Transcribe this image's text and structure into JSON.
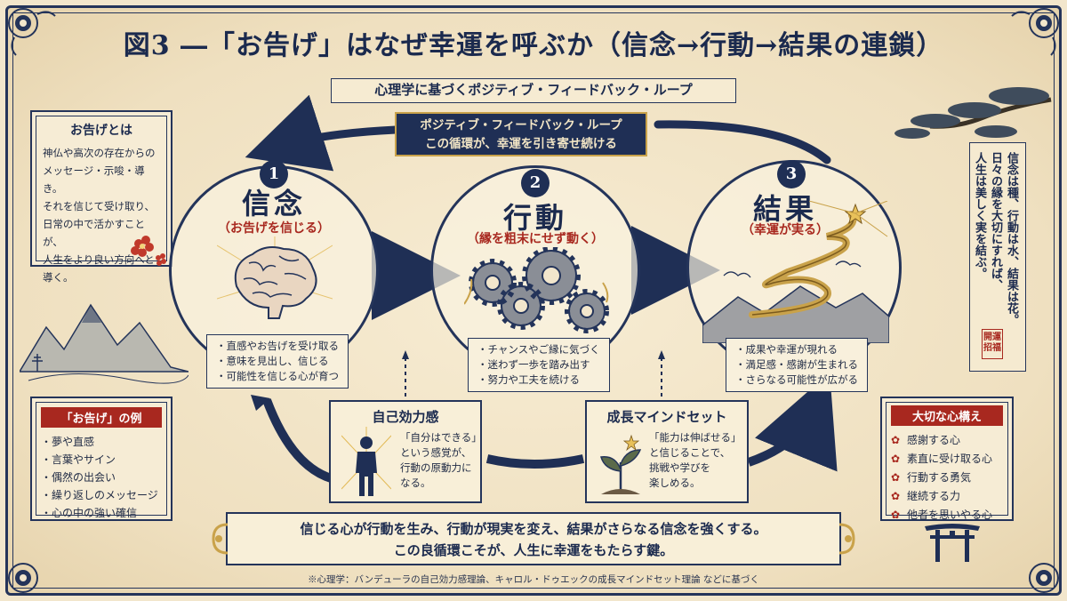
{
  "title": "図3 ―「お告げ」はなぜ幸運を呼ぶか（信念→行動→結果の連鎖）",
  "subtitle": "心理学に基づくポジティブ・フィードバック・ループ",
  "loop_banner": {
    "line1": "ポジティブ・フィードバック・ループ",
    "line2": "この循環が、幸運を引き寄せ続ける"
  },
  "otsuge_def": {
    "title": "お告げとは",
    "lines": [
      "神仏や高次の存在からの",
      "メッセージ・示唆・導き。",
      "それを信じて受け取り、",
      "日常の中で活かすことが、",
      "人生をより良い方向へと",
      "導く。"
    ]
  },
  "otsuge_examples": {
    "title": "「お告げ」の例",
    "items": [
      "夢や直感",
      "言葉やサイン",
      "偶然の出会い",
      "繰り返しのメッセージ",
      "心の中の強い確信"
    ]
  },
  "stages": [
    {
      "num": "1",
      "title": "信念",
      "sub": "（お告げを信じる）",
      "icon": "brain-icon",
      "points": [
        "直感やお告げを受け取る",
        "意味を見出し、信じる",
        "可能性を信じる心が育つ"
      ]
    },
    {
      "num": "2",
      "title": "行動",
      "sub": "（縁を粗末にせず動く）",
      "icon": "gears-icon",
      "points": [
        "チャンスやご縁に気づく",
        "迷わず一歩を踏み出す",
        "努力や工夫を続ける"
      ]
    },
    {
      "num": "3",
      "title": "結果",
      "sub": "（幸運が実る）",
      "icon": "golden-path-icon",
      "points": [
        "成果や幸運が現れる",
        "満足感・感謝が生まれる",
        "さらなる可能性が広がる"
      ]
    }
  ],
  "self_efficacy": {
    "title": "自己効力感",
    "lines": [
      "「自分はできる」",
      "という感覚が、",
      "行動の原動力に",
      "なる。"
    ]
  },
  "growth_mindset": {
    "title": "成長マインドセット",
    "lines": [
      "「能力は伸ばせる」",
      "と信じることで、",
      "挑戦や学びを",
      "楽しめる。"
    ]
  },
  "scroll_text": [
    "信念は種、行動は水、結果は花。",
    "日々の縁を大切にすれば、",
    "人生は美しく実を結ぶ。"
  ],
  "seal_text": [
    "開運",
    "招福"
  ],
  "mindset": {
    "title": "大切な心構え",
    "items": [
      "感謝する心",
      "素直に受け取る心",
      "行動する勇気",
      "継続する力",
      "他者を思いやる心"
    ]
  },
  "bottom_banner": {
    "line1": "信じる心が行動を生み、行動が現実を変え、結果がさらなる信念を強くする。",
    "line2": "この良循環こそが、人生に幸運をもたらす鍵。"
  },
  "footnote": "※心理学：バンデューラの自己効力感理論、キャロル・ドゥエックの成長マインドセット理論 などに基づく",
  "colors": {
    "navy": "#1f2f55",
    "red": "#a8281f",
    "gold": "#c9a24a",
    "paper": "#f2e6cc"
  }
}
